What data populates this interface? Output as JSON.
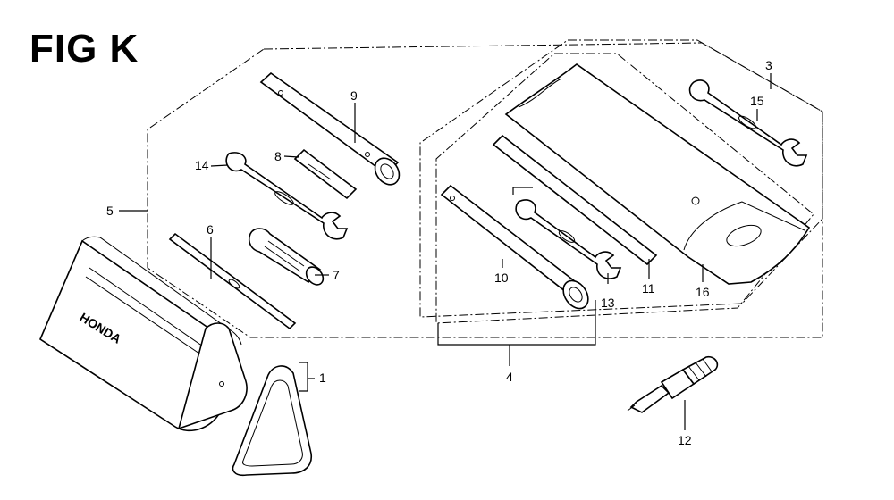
{
  "figure": {
    "title": "FIG K"
  },
  "brand": {
    "name": "HONDA"
  },
  "callouts": [
    {
      "id": "1",
      "label": "1"
    },
    {
      "id": "3",
      "label": "3"
    },
    {
      "id": "4",
      "label": "4"
    },
    {
      "id": "5",
      "label": "5"
    },
    {
      "id": "6",
      "label": "6"
    },
    {
      "id": "7",
      "label": "7"
    },
    {
      "id": "8",
      "label": "8"
    },
    {
      "id": "9",
      "label": "9"
    },
    {
      "id": "10",
      "label": "10"
    },
    {
      "id": "11",
      "label": "11"
    },
    {
      "id": "12",
      "label": "12"
    },
    {
      "id": "13",
      "label": "13"
    },
    {
      "id": "14",
      "label": "14"
    },
    {
      "id": "15",
      "label": "15"
    },
    {
      "id": "16",
      "label": "16"
    }
  ]
}
